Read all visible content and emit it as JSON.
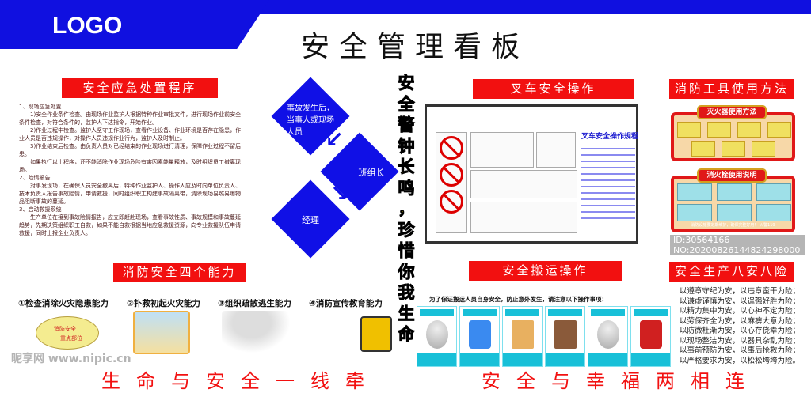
{
  "header": {
    "logo": "LOGO",
    "title": "安全管理看板",
    "accent": "#1010e0"
  },
  "emergency": {
    "title": "安全应急处置程序",
    "paragraphs": [
      {
        "text": "1、现场应急处置",
        "indent": false
      },
      {
        "text": "1)安全作业条件检查。由现场作业监护人根据特种作业审批文件，进行现场作业前安全条件检查，对符合条件的，监护人下达指令，开始作业。",
        "indent": true
      },
      {
        "text": "2)作业过程中检查。监护人坚守工作现场，查看作业设备、作业环境是否存在隐患，作业人员是否违规操作，对操作人员违规作业行为，监护人及时制止。",
        "indent": true
      },
      {
        "text": "3)作业结束后检查。由负责人员对已经结束的作业现场进行清理，保障作业过程不留后患。",
        "indent": true
      },
      {
        "text": "如果执行以上程序，还不能消除作业现场危险有害因素能量释放，及时组织员工撤离现场。",
        "indent": true
      },
      {
        "text": "2、险情报告",
        "indent": false
      },
      {
        "text": "对事发现场，在确保人员安全撤离后，特种作业监护人、操作人应及时向单位负责人、技术负责人报告事故险情，申请救援，同时组织职工构建事故隔离带，清除现场易燃易爆物品阻断事故的蔓延。",
        "indent": true
      },
      {
        "text": "3、启动救援系统",
        "indent": false
      },
      {
        "text": "生产单位在接到事故险情报告，应立即赶赴现场，查看事故性质、事故规模和事故蔓延趋势，先期决策组织职工自救，如果不能自救根据当地应急救援资源，向专业救援队伍申请救援，同时上报企业负责人。",
        "indent": true
      }
    ]
  },
  "flow": {
    "steps": [
      "事故发生后，当事人或现场人员",
      "班组长",
      "经理"
    ]
  },
  "vertical_slogan": "安全警钟长鸣，珍惜你我生命",
  "forklift": {
    "title": "叉车安全操作",
    "board_title": "叉车安全操作规程"
  },
  "fire_tools": {
    "title": "消防工具使用方法",
    "extinguisher_title": "灭火器使用方法",
    "hydrant_title": "消火栓使用说明",
    "footer": "消防设施要定期维护，确保完整好用！ 火警119"
  },
  "fire_abilities": {
    "title": "消防安全四个能力",
    "items": [
      "①检查消除火灾隐患能力",
      "②扑救初起火灾能力",
      "③组织疏散逃生能力",
      "④消防宣传教育能力"
    ],
    "pic1_labels": [
      "消防安全",
      "重点部位"
    ]
  },
  "carrying": {
    "title": "安全搬运操作",
    "note": "为了保证搬运人员自身安全，防止意外发生，请注意以下操作事项："
  },
  "eight": {
    "title": "安全生产八安八险",
    "lines": [
      "以遵章守纪为安，以违章蛮干为险；",
      "以谦虚谨慎为安，以逞强好胜为险；",
      "以精力集中为安，以心神不定为险；",
      "以劳保齐全为安，以麻痹大意为险；",
      "以防微杜渐为安，以心存侥幸为险；",
      "以现场整洁为安，以器具杂乱为险；",
      "以事前预防为安，以事后抢救为险；",
      "以严格要求为安，以松松垮垮为险。"
    ]
  },
  "bottom": {
    "left": "生命与安全一线牵",
    "right": "安全与幸福两相连"
  },
  "watermark": {
    "site": "昵享网 www.nipic.cn",
    "id": "ID:30564166 NO:20200826144824298000"
  }
}
